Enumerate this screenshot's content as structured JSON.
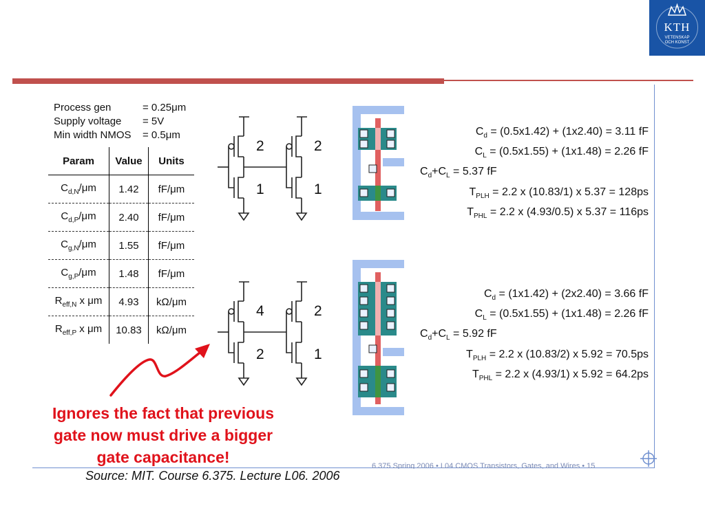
{
  "logo": {
    "text": "KTH",
    "sub1": "VETENSKAP",
    "sub2": "OCH KONST"
  },
  "info": [
    {
      "key": "Process gen",
      "value": "= 0.25μm"
    },
    {
      "key": "Supply voltage",
      "value": "= 5V"
    },
    {
      "key": "Min width NMOS",
      "value": "= 0.5μm"
    }
  ],
  "table": {
    "headers": [
      "Param",
      "Value",
      "Units"
    ],
    "rows": [
      {
        "sym": "C",
        "sub": "d,N",
        "suffix": "/μm",
        "value": "1.42",
        "units": "fF/μm"
      },
      {
        "sym": "C",
        "sub": "d,P",
        "suffix": "/μm",
        "value": "2.40",
        "units": "fF/μm"
      },
      {
        "sym": "C",
        "sub": "g,N",
        "suffix": "/μm",
        "value": "1.55",
        "units": "fF/μm"
      },
      {
        "sym": "C",
        "sub": "g,P",
        "suffix": "/μm",
        "value": "1.48",
        "units": "fF/μm"
      },
      {
        "sym": "R",
        "sub": "eff,N",
        "suffix": " x μm",
        "value": "4.93",
        "units": "kΩ/μm"
      },
      {
        "sym": "R",
        "sub": "eff,P",
        "suffix": " x μm",
        "value": "10.83",
        "units": "kΩ/μm"
      }
    ]
  },
  "circuit_top": {
    "p1": "2",
    "n1": "1",
    "p2": "2",
    "n2": "1"
  },
  "circuit_bottom": {
    "p1": "4",
    "n1": "2",
    "p2": "2",
    "n2": "1"
  },
  "eq_top": [
    {
      "pre": "C",
      "sub": "d",
      "mid": "",
      "sub2": "",
      "rest": " = (0.5x1.42) + (1x2.40) = 3.11 fF"
    },
    {
      "pre": "C",
      "sub": "L",
      "mid": "",
      "sub2": "",
      "rest": " = (0.5x1.55) + (1x1.48) = 2.26 fF"
    },
    {
      "pre": "C",
      "sub": "d",
      "mid": "+C",
      "sub2": "L",
      "rest": " = 5.37 fF"
    },
    {
      "pre": "T",
      "sub": "PLH",
      "mid": "",
      "sub2": "",
      "rest": " = 2.2 x (10.83/1) x 5.37 = 128ps"
    },
    {
      "pre": "T",
      "sub": "PHL",
      "mid": "",
      "sub2": "",
      "rest": " = 2.2 x (4.93/0.5) x 5.37 = 116ps"
    }
  ],
  "eq_bottom": [
    {
      "pre": "C",
      "sub": "d",
      "mid": "",
      "sub2": "",
      "rest": " = (1x1.42) + (2x2.40) = 3.66 fF"
    },
    {
      "pre": "C",
      "sub": "L",
      "mid": "",
      "sub2": "",
      "rest": " = (0.5x1.55) + (1x1.48) = 2.26 fF"
    },
    {
      "pre": "C",
      "sub": "d",
      "mid": "+C",
      "sub2": "L",
      "rest": " = 5.92 fF"
    },
    {
      "pre": "T",
      "sub": "PLH",
      "mid": "",
      "sub2": "",
      "rest": " = 2.2 x (10.83/2) x 5.92 = 70.5ps"
    },
    {
      "pre": "T",
      "sub": "PHL",
      "mid": "",
      "sub2": "",
      "rest": " = 2.2 x (4.93/1) x 5.92 = 64.2ps"
    }
  ],
  "annotation": {
    "line1": "Ignores the fact that previous",
    "line2": "gate now must drive a bigger",
    "line3": "gate capacitance!"
  },
  "source": "Source: MIT. Course 6.375. Lecture L06. 2006",
  "footer": "6.375 Spring 2006 • L04 CMOS Transistors, Gates, and Wires • 15",
  "colors": {
    "accent_red": "#c0504d",
    "kth_blue": "#1954a6",
    "annotation_red": "#e0121b",
    "metal_blue": "#a6c1ef",
    "diff_teal": "#2a8a8a",
    "poly_red": "#e06060"
  }
}
